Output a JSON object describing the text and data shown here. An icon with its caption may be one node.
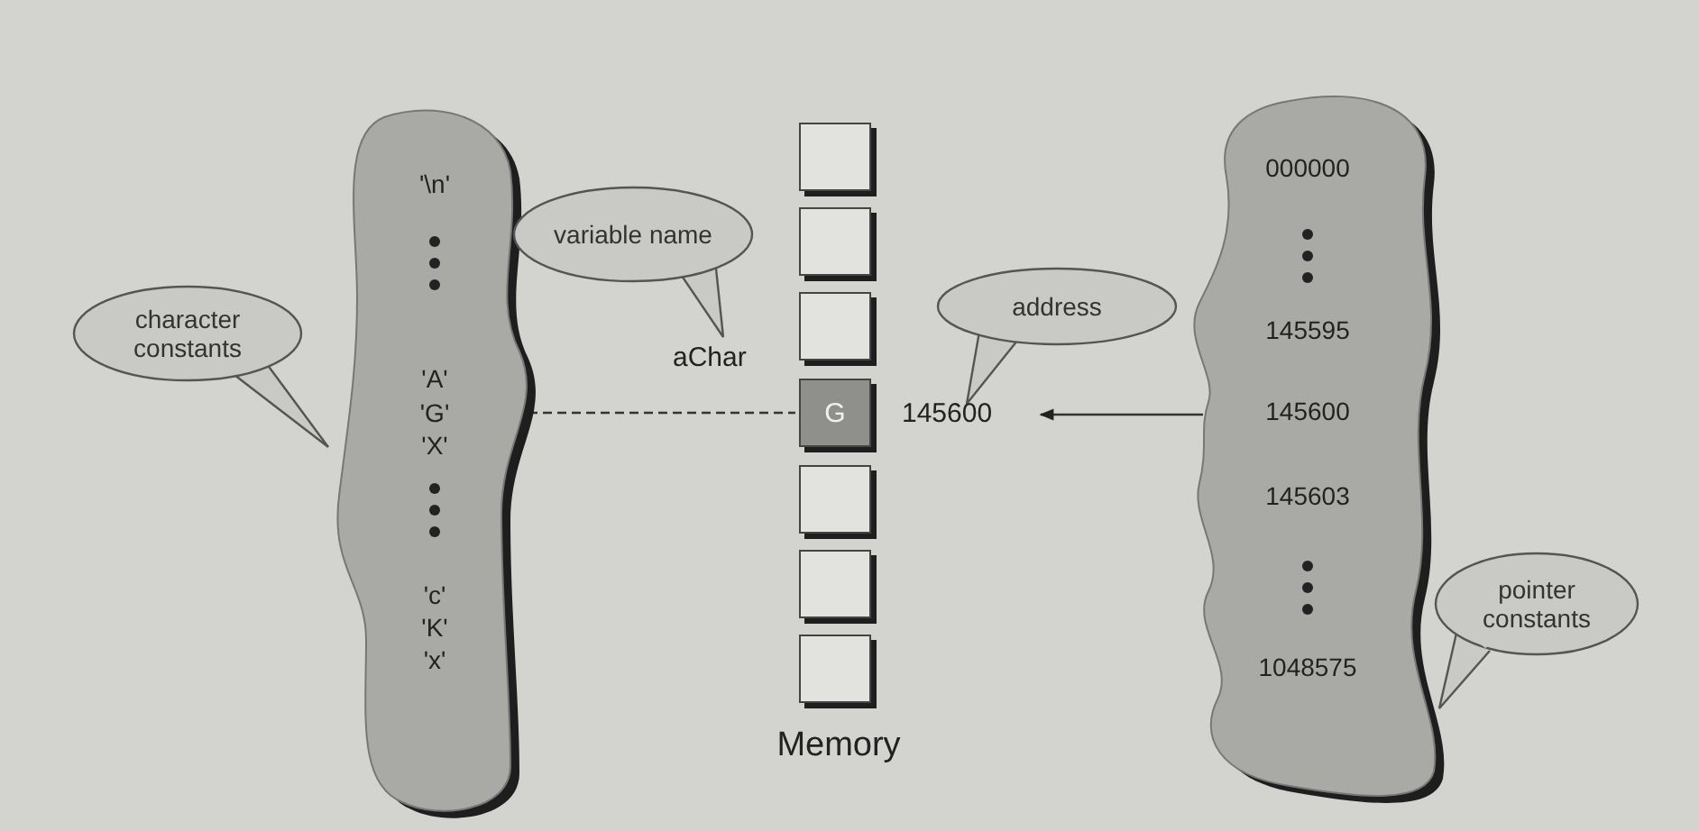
{
  "diagram": {
    "nodes": [
      {
        "text": [
          "character constants"
        ]
      },
      {
        "text": [
          "'\\n'",
          "'A'",
          "'G'",
          "'X'",
          "'c'",
          "'K'",
          "'x'"
        ]
      },
      {
        "text": [
          "variable name"
        ]
      },
      {
        "text": [],
        "shape": "box"
      },
      {
        "text": [],
        "shape": "box"
      },
      {
        "text": [],
        "shape": "box"
      },
      {
        "text": [
          "G"
        ]
      },
      {
        "text": [],
        "shape": "box"
      },
      {
        "text": [],
        "shape": "box"
      },
      {
        "text": [],
        "shape": "box"
      },
      {
        "text": [
          "address"
        ]
      },
      {
        "text": [
          "145600"
        ]
      },
      {
        "text": [
          "000000",
          "145595",
          "145600",
          "145603",
          "1048575"
        ]
      },
      {
        "text": [
          "pointer constants"
        ]
      }
    ],
    "edges": [
      {
        "from": 1,
        "to": 6,
        "arrow": "none",
        "style": "dashed"
      },
      {
        "from": 12,
        "to": 11,
        "arrow": "to"
      }
    ],
    "labels": [
      "aChar",
      "Memory"
    ]
  }
}
